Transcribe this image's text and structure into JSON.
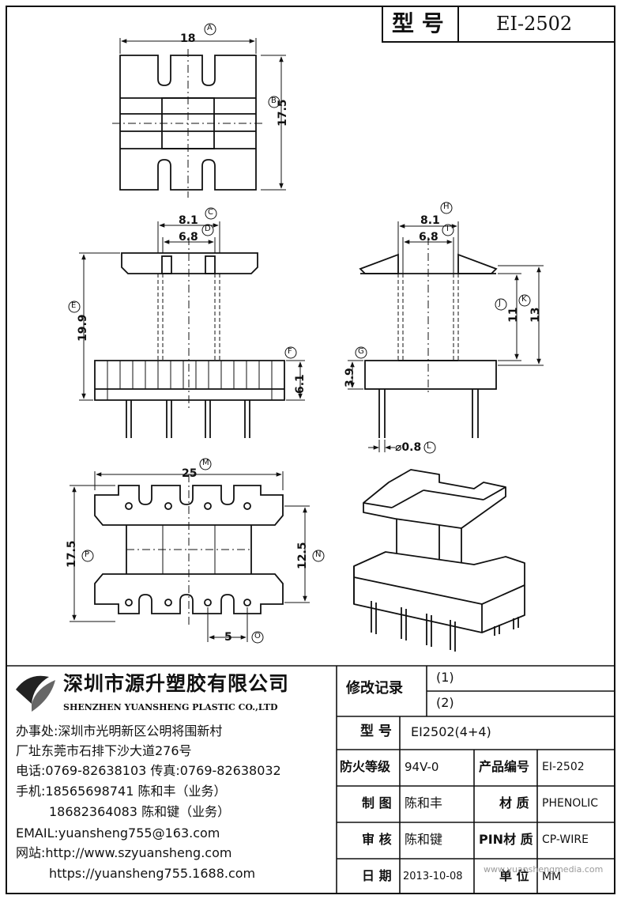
{
  "title_block": {
    "model_label": "型 号",
    "model_value": "EI-2502"
  },
  "drawing": {
    "top_view": {
      "width": "18",
      "width_label": "A",
      "height": "17.5",
      "height_label": "B"
    },
    "front_view": {
      "outer": "8.1",
      "outer_label": "C",
      "inner": "6.8",
      "inner_label": "D",
      "height": "19.9",
      "height_label": "E",
      "base": "6.1",
      "base_label": "F"
    },
    "side_view": {
      "outer": "8.1",
      "outer_label": "H",
      "inner": "6.8",
      "inner_label": "I",
      "j": "11",
      "j_label": "J",
      "k": "13",
      "k_label": "K",
      "g": "3.9",
      "g_label": "G",
      "pin": "⌀0.8",
      "pin_label": "L"
    },
    "bottom_view": {
      "width": "25",
      "width_label": "M",
      "height": "17.5",
      "height_label": "P",
      "inner_h": "12.5",
      "inner_h_label": "N",
      "pitch": "5",
      "pitch_label": "O"
    }
  },
  "company": {
    "name_cn": "深圳市源升塑胶有限公司",
    "name_en": "SHENZHEN YUANSHENG PLASTIC CO.,LTD",
    "office": "办事处:深圳市光明新区公明将围新村",
    "factory": "厂址东莞市石排下沙大道276号",
    "phone": "电话:0769-82638103 传真:0769-82638032",
    "mobile1": "手机:18565698741 陈和丰（业务）",
    "mobile2": "18682364083 陈和键（业务）",
    "email": "EMAIL:yuansheng755@163.com",
    "web_label": "网站:http://www.szyuansheng.com",
    "web2": "https://yuansheng755.1688.com"
  },
  "table": {
    "revision_label": "修改记录",
    "rev1": "(1)",
    "rev2": "(2)",
    "model_label": "型 号",
    "model_value": "EI2502(4+4)",
    "fire_label": "防火等级",
    "fire_value": "94V-0",
    "product_no_label": "产品编号",
    "product_no_value": "EI-2502",
    "draw_label": "制 图",
    "draw_value": "陈和丰",
    "material_label": "材 质",
    "material_value": "PHENOLIC",
    "check_label": "审 核",
    "check_value": "陈和键",
    "pin_label": "PIN材 质",
    "pin_value": "CP-WIRE",
    "date_label": "日 期",
    "date_value": "2013-10-08",
    "unit_label": "单 位",
    "unit_value": "MM"
  },
  "watermark": "www.yuanshengmedia.com"
}
